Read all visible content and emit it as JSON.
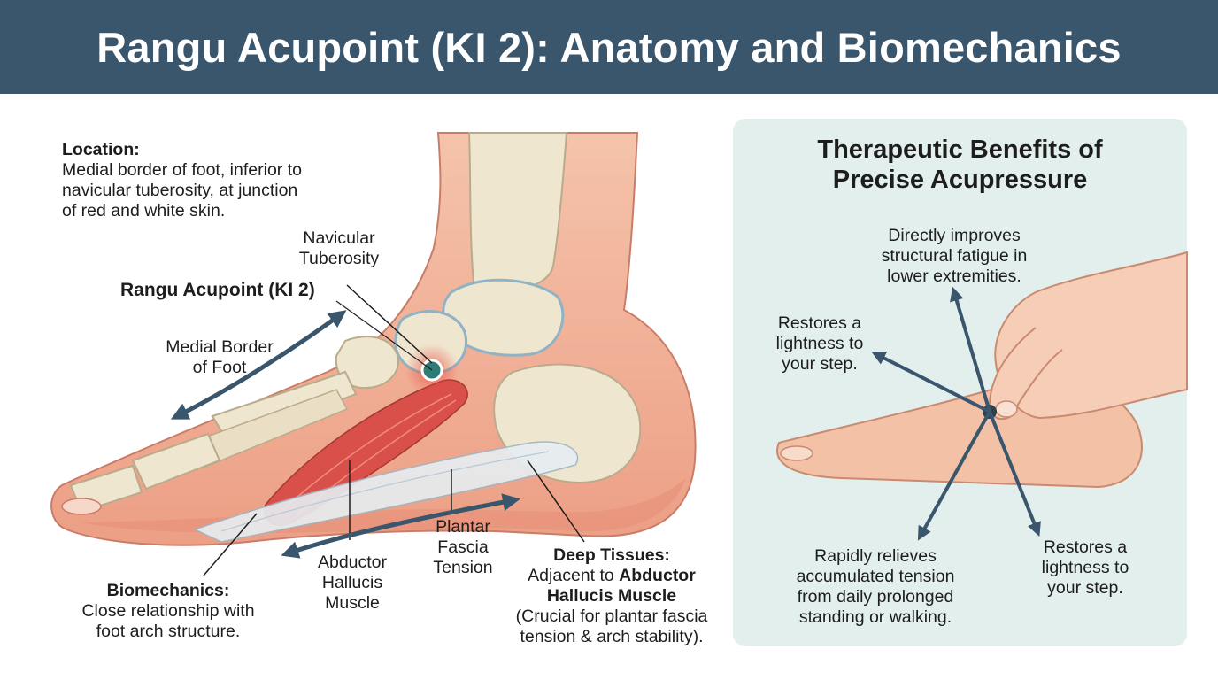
{
  "title": "Rangu Acupoint (KI 2): Anatomy and Biomechanics",
  "left": {
    "location": {
      "heading": "Location:",
      "lines": [
        "Medial border of foot, inferior to",
        "navicular tuberosity, at junction",
        "of red and white skin."
      ]
    },
    "navicular": [
      "Navicular",
      "Tuberosity"
    ],
    "acupoint_label": "Rangu Acupoint (KI 2)",
    "medial_border": [
      "Medial Border",
      "of Foot"
    ],
    "biomechanics": {
      "heading": "Biomechanics:",
      "lines": [
        "Close relationship with",
        "foot arch structure."
      ]
    },
    "abductor": [
      "Abductor",
      "Hallucis",
      "Muscle"
    ],
    "plantar": [
      "Plantar",
      "Fascia",
      "Tension"
    ],
    "deep_tissues": {
      "heading": "Deep Tissues:",
      "line2_prefix": "Adjacent to ",
      "line2_bold": "Abductor",
      "line3_bold": "Hallucis Muscle",
      "lines": [
        "(Crucial for plantar fascia",
        "tension & arch stability)."
      ]
    }
  },
  "right": {
    "title_lines": [
      "Therapeutic Benefits of",
      "Precise Acupressure"
    ],
    "benefit_top": [
      "Directly improves",
      "structural fatigue in",
      "lower extremities."
    ],
    "benefit_left": [
      "Restores a",
      "lightness to",
      "your step."
    ],
    "benefit_bottom_left": [
      "Rapidly relieves",
      "accumulated tension",
      "from daily prolonged",
      "standing or walking."
    ],
    "benefit_bottom_right": [
      "Restores a",
      "lightness to",
      "your step."
    ]
  },
  "colors": {
    "header": "#3a566c",
    "arrow": "#3a566c",
    "panel": "#e2efec",
    "skin": "#f0b39b",
    "bone": "#efe6cf",
    "muscle": "#d9504a",
    "acupoint": "#2f7c76"
  }
}
